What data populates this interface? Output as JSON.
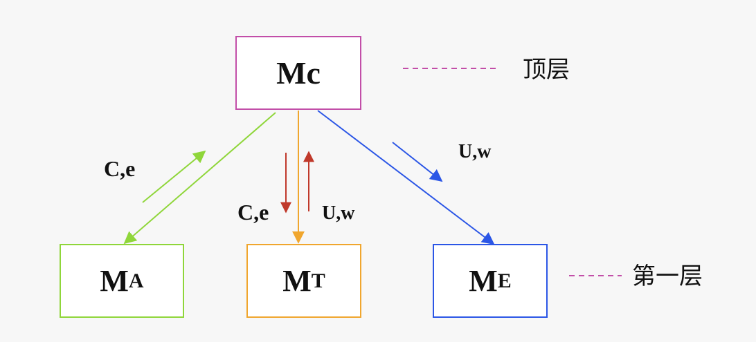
{
  "nodes": {
    "mc": {
      "main": "M",
      "sub": "c"
    },
    "ma": {
      "main": "M",
      "sub": "A"
    },
    "mt": {
      "main": "M",
      "sub": "T"
    },
    "me": {
      "main": "M",
      "sub": "E"
    }
  },
  "edge_labels": {
    "left": "C,e",
    "middle_down": "C,e",
    "middle_up": "U,w",
    "right": "U,w"
  },
  "levels": {
    "top": "顶层",
    "first": "第一层"
  },
  "colors": {
    "mc_border": "#c24ea8",
    "ma_border": "#8fd63a",
    "mt_border": "#f0a62e",
    "me_border": "#2b56e6",
    "small_arrows_middle": "#c0392b",
    "level_dash": "#c24ea8"
  }
}
